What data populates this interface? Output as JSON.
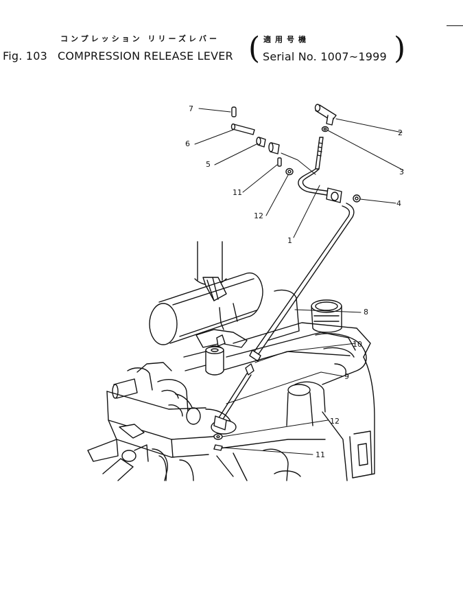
{
  "header": {
    "fig_label": "Fig. 103",
    "title_jp": "コンプレッション リリーズレバー",
    "title_en": "COMPRESSION RELEASE LEVER",
    "serial_jp": "適用号機",
    "serial_en": "Serial No. 1007~1999",
    "paren_open": "(",
    "paren_close": ")"
  },
  "callouts": [
    {
      "id": "7",
      "label": "7"
    },
    {
      "id": "6",
      "label": "6"
    },
    {
      "id": "5",
      "label": "5"
    },
    {
      "id": "11a",
      "label": "11"
    },
    {
      "id": "12a",
      "label": "12"
    },
    {
      "id": "1",
      "label": "1"
    },
    {
      "id": "2",
      "label": "2"
    },
    {
      "id": "3",
      "label": "3"
    },
    {
      "id": "4",
      "label": "4"
    },
    {
      "id": "8",
      "label": "8"
    },
    {
      "id": "10",
      "label": "10"
    },
    {
      "id": "9",
      "label": "9"
    },
    {
      "id": "12b",
      "label": "12"
    },
    {
      "id": "11b",
      "label": "11"
    }
  ]
}
